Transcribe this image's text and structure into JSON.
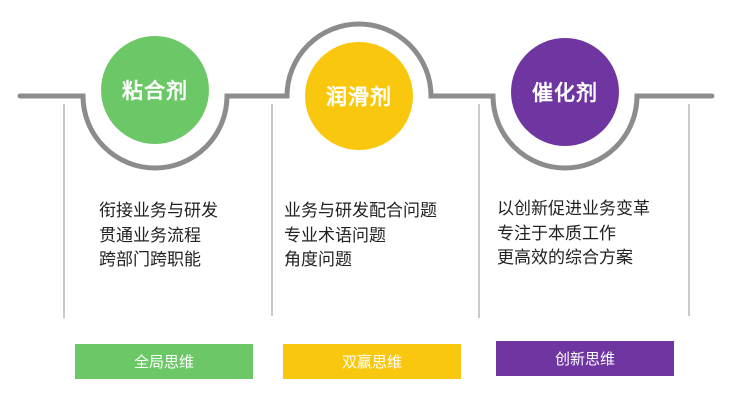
{
  "colors": {
    "green": "#6cc866",
    "yellow": "#f9c80e",
    "purple": "#6f35a0",
    "line": "#8c8c8c"
  },
  "columns": [
    {
      "title": "粘合剂",
      "lines": [
        "衔接业务与研发",
        "贯通业务流程",
        "跨部门跨职能"
      ],
      "tag": "全局思维"
    },
    {
      "title": "润滑剂",
      "lines": [
        "业务与研发配合问题",
        "专业术语问题",
        "角度问题"
      ],
      "tag": "双赢思维"
    },
    {
      "title": "催化剂",
      "lines": [
        "以创新促进业务变革",
        "专注于本质工作",
        "更高效的综合方案"
      ],
      "tag": "创新思维"
    }
  ]
}
